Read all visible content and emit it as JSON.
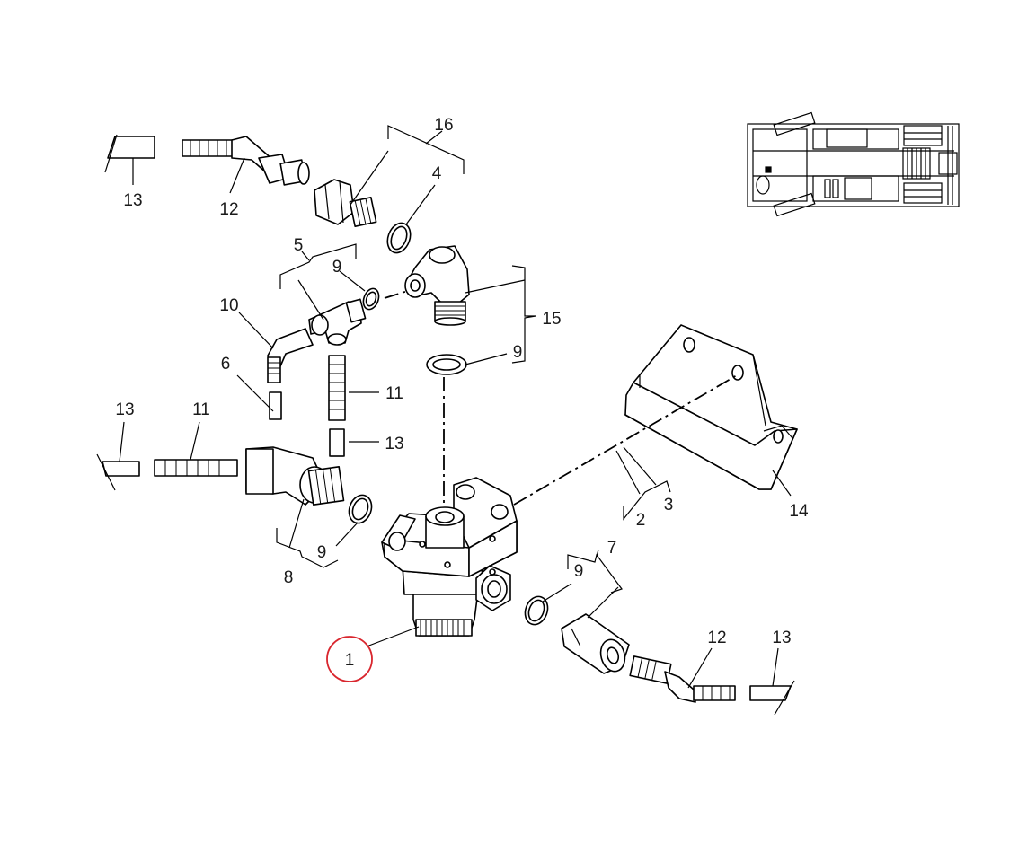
{
  "colors": {
    "highlight": "#d9262e",
    "ink": "#000000",
    "background": "#ffffff"
  },
  "labels": {
    "l1": "1",
    "l2": "2",
    "l3": "3",
    "l4": "4",
    "l5": "5",
    "l6": "6",
    "l7": "7",
    "l8": "8",
    "l9a": "9",
    "l9b": "9",
    "l9c": "9",
    "l9d": "9",
    "l10": "10",
    "l11a": "11",
    "l11b": "11",
    "l12a": "12",
    "l12b": "12",
    "l13a": "13",
    "l13b": "13",
    "l13c": "13",
    "l13d": "13",
    "l14": "14",
    "l15": "15",
    "l16": "16"
  },
  "highlighted_part": "1"
}
